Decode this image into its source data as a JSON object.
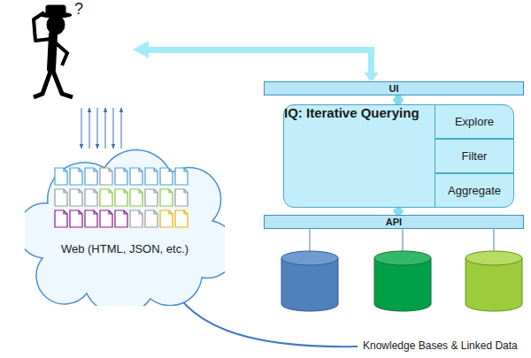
{
  "diagram": {
    "nodes": [
      {
        "text": [
          "UI"
        ]
      },
      {
        "text": [
          "IQ: Iterative Querying"
        ]
      },
      {
        "text": [
          "Explore"
        ],
        "in": 1
      },
      {
        "text": [
          "Filter"
        ],
        "in": 1
      },
      {
        "text": [
          "Aggregate"
        ],
        "in": 1
      },
      {
        "text": [
          "API"
        ]
      },
      {
        "text": [
          "Web (HTML, JSON, etc.)"
        ]
      }
    ],
    "edges": [
      {
        "from": 0,
        "to": 1,
        "arrow": "both"
      },
      {
        "from": 1,
        "to": 5,
        "arrow": "both"
      }
    ],
    "labels": [
      "?",
      "Knowledge Bases & Linked Data"
    ]
  }
}
